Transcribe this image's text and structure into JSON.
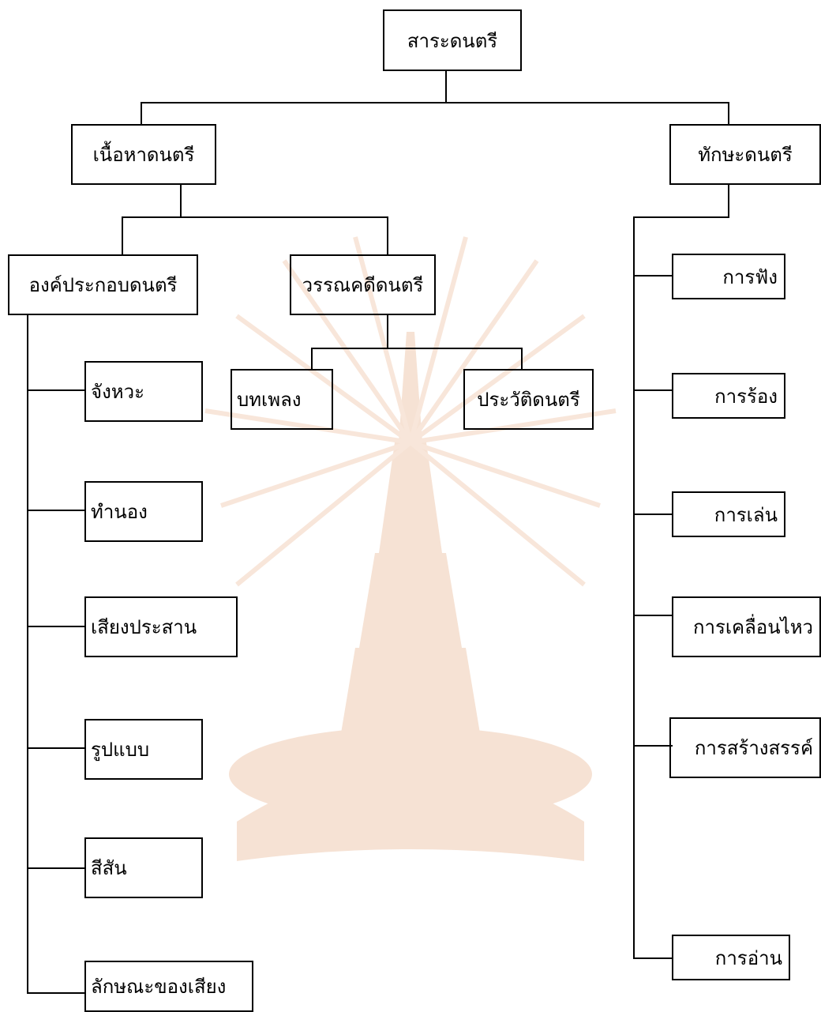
{
  "colors": {
    "line": "#000000",
    "watermark": "#f3d9c8"
  },
  "root": {
    "label": "สาระดนตรี"
  },
  "content": {
    "label": "เนื้อหาดนตรี",
    "elements": {
      "label": "องค์ประกอบดนตรี",
      "items": [
        "จังหวะ",
        "ทำนอง",
        "เสียงประสาน",
        "รูปแบบ",
        "สีสัน",
        "ลักษณะของเสียง"
      ]
    },
    "literature": {
      "label": "วรรณคดีดนตรี",
      "items": [
        "บทเพลง",
        "ประวัติดนตรี"
      ]
    }
  },
  "skills": {
    "label": "ทักษะดนตรี",
    "items": [
      "การฟัง",
      "การร้อง",
      "การเล่น",
      "การเคลื่อนไหว",
      "การสร้างสรรค์",
      "การอ่าน"
    ]
  }
}
